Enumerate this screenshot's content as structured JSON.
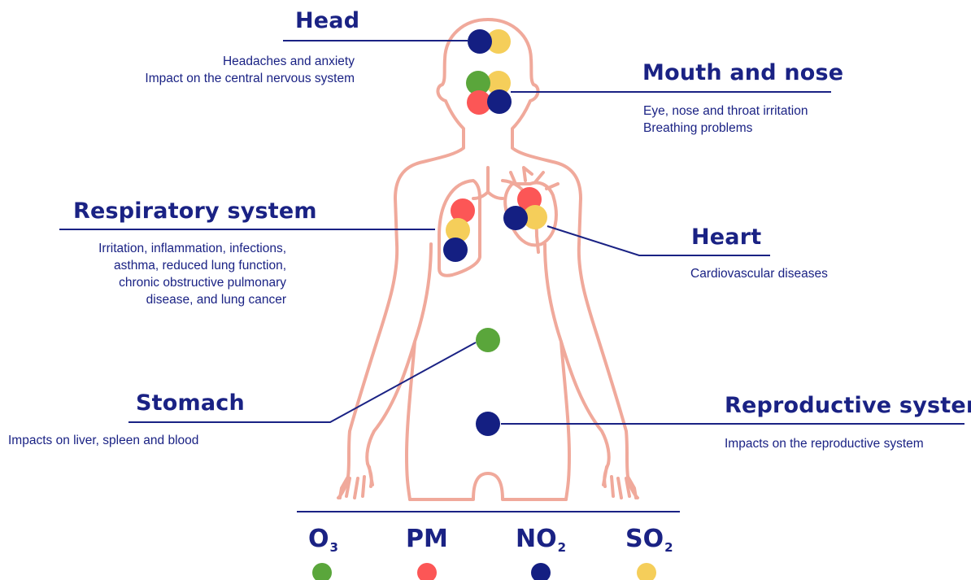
{
  "colors": {
    "O3": "#5aa63b",
    "PM": "#fc5656",
    "NO2": "#141f82",
    "SO2": "#f5ce5a",
    "outline": "#f0a99b",
    "text": "#1a2284"
  },
  "callouts": {
    "head": {
      "title": "Head",
      "lines": [
        "Headaches and anxiety",
        "Impact on the central nervous system"
      ],
      "pollutants": [
        "NO2",
        "SO2"
      ]
    },
    "mouth_nose": {
      "title": "Mouth and nose",
      "lines": [
        "Eye, nose and throat irritation",
        "Breathing problems"
      ],
      "pollutants": [
        "O3",
        "SO2",
        "PM",
        "NO2"
      ]
    },
    "respiratory": {
      "title": "Respiratory system",
      "lines": [
        "Irritation, inflammation, infections,",
        "asthma, reduced lung function,",
        "chronic obstructive pulmonary",
        "disease, and lung cancer"
      ],
      "pollutants": [
        "PM",
        "SO2",
        "NO2"
      ]
    },
    "heart": {
      "title": "Heart",
      "lines": [
        "Cardiovascular diseases"
      ],
      "pollutants": [
        "PM",
        "SO2",
        "NO2"
      ]
    },
    "stomach": {
      "title": "Stomach",
      "lines": [
        "Impacts on liver, spleen and blood"
      ],
      "pollutants": [
        "O3"
      ]
    },
    "reproductive": {
      "title": "Reproductive system",
      "lines": [
        "Impacts on the reproductive system"
      ],
      "pollutants": [
        "NO2"
      ]
    }
  },
  "legend": [
    {
      "key": "O3",
      "main": "O",
      "sub": "3"
    },
    {
      "key": "PM",
      "main": "PM",
      "sub": ""
    },
    {
      "key": "NO2",
      "main": "NO",
      "sub": "2"
    },
    {
      "key": "SO2",
      "main": "SO",
      "sub": "2"
    }
  ]
}
